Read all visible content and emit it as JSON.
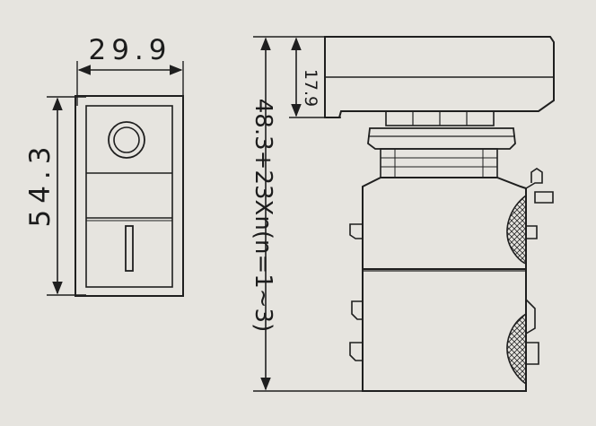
{
  "front_view": {
    "width_dimension": "29.9",
    "height_dimension": "54.3"
  },
  "side_view": {
    "head_height_dimension": "17.9",
    "total_length_dimension": "48.3+23Xn(n=1~3)"
  },
  "colors": {
    "background": "#e6e4df",
    "line": "#1f1f1f"
  }
}
